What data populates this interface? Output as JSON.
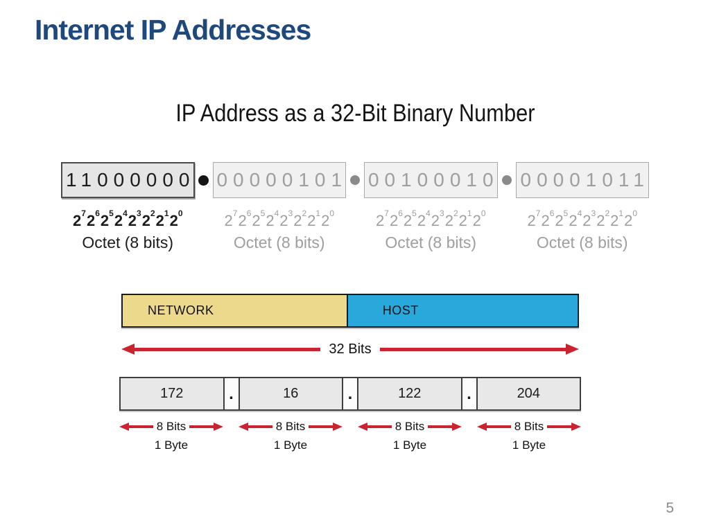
{
  "slide": {
    "title": "Internet IP Addresses",
    "subtitle": "IP Address as a 32-Bit Binary Number",
    "page_number": "5"
  },
  "colors": {
    "title_blue": "#1F497D",
    "accent_red": "#C9242F",
    "network_yellow": "#EDD98C",
    "host_blue": "#29A8DC",
    "muted_gray": "#9E9E9E",
    "ink": "#1C1C1C"
  },
  "binary_row": {
    "base": "2",
    "exponents": [
      "7",
      "6",
      "5",
      "4",
      "3",
      "2",
      "1",
      "0"
    ],
    "octet_label": "Octet (8 bits)",
    "octets": [
      {
        "bits": "11000000"
      },
      {
        "bits": "00000101"
      },
      {
        "bits": "00100010"
      },
      {
        "bits": "00001011"
      }
    ]
  },
  "address_bar": {
    "segments": [
      {
        "label": "NETWORK"
      },
      {
        "label": "HOST"
      }
    ]
  },
  "width_arrow": {
    "label": "32 Bits"
  },
  "decimal_row": {
    "separator": ".",
    "values": [
      "172",
      "16",
      "122",
      "204"
    ]
  },
  "byte_groups": [
    {
      "bits_label": "8 Bits",
      "byte_label": "1 Byte"
    },
    {
      "bits_label": "8 Bits",
      "byte_label": "1 Byte"
    },
    {
      "bits_label": "8 Bits",
      "byte_label": "1 Byte"
    },
    {
      "bits_label": "8 Bits",
      "byte_label": "1 Byte"
    }
  ]
}
